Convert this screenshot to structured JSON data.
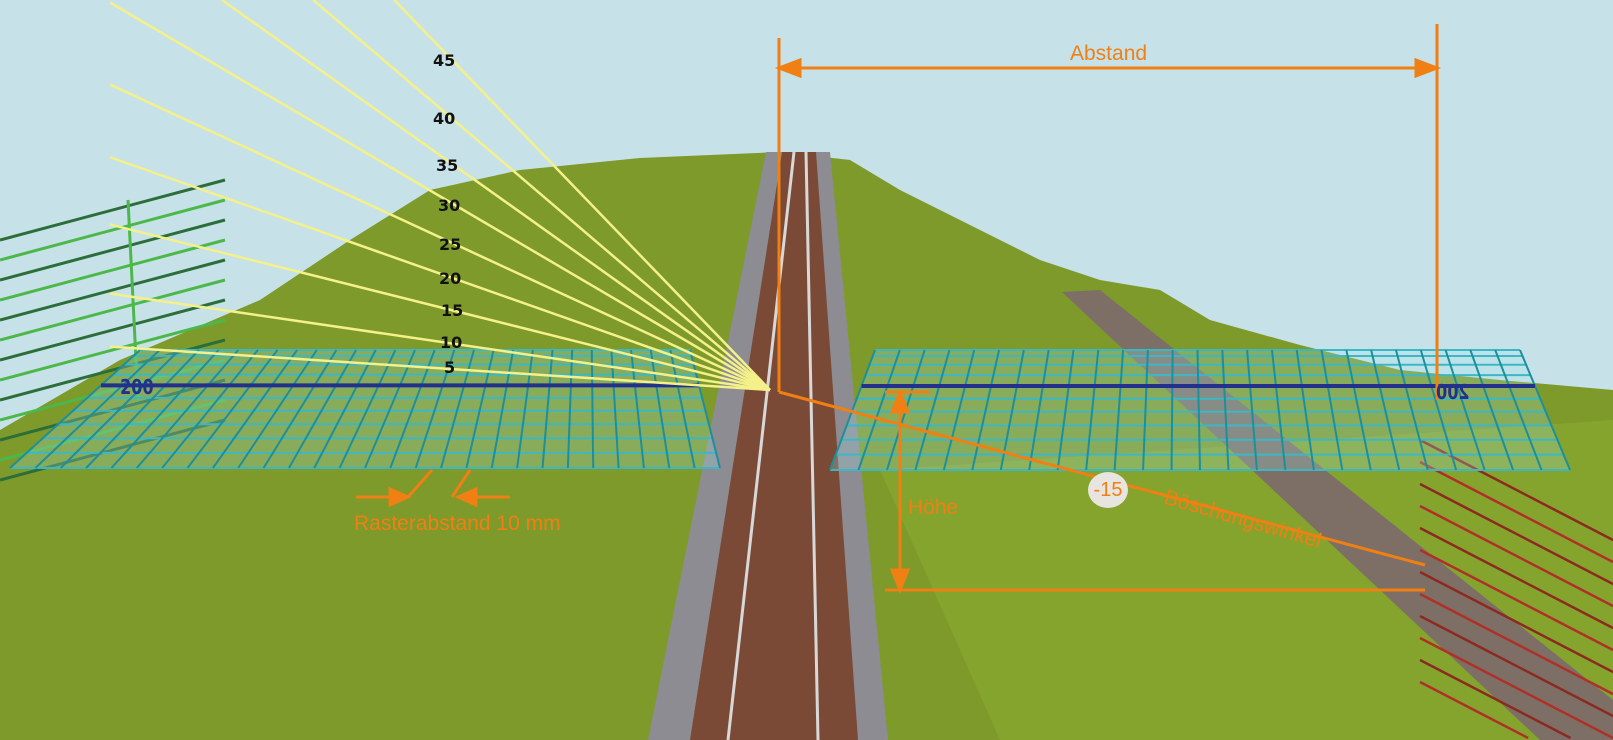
{
  "annotations": {
    "distance_label": "Abstand",
    "height_label": "Höhe",
    "slope_angle_label": "Böschungswinkel",
    "grid_spacing_label": "Rasterabstand 10 mm",
    "slope_angle_value": "-15"
  },
  "angle_scale": [
    "5",
    "10",
    "15",
    "20",
    "25",
    "30",
    "35",
    "40",
    "45"
  ],
  "grid_labels": {
    "left": "200",
    "right": "200"
  },
  "colors": {
    "sky": "#c6e2e8",
    "terrain": "#7f9a2a",
    "annotation": "#f07f14",
    "angle_lines": "#f4f08a",
    "grid": "#3cb8c4",
    "grid_axis": "#23308c"
  }
}
